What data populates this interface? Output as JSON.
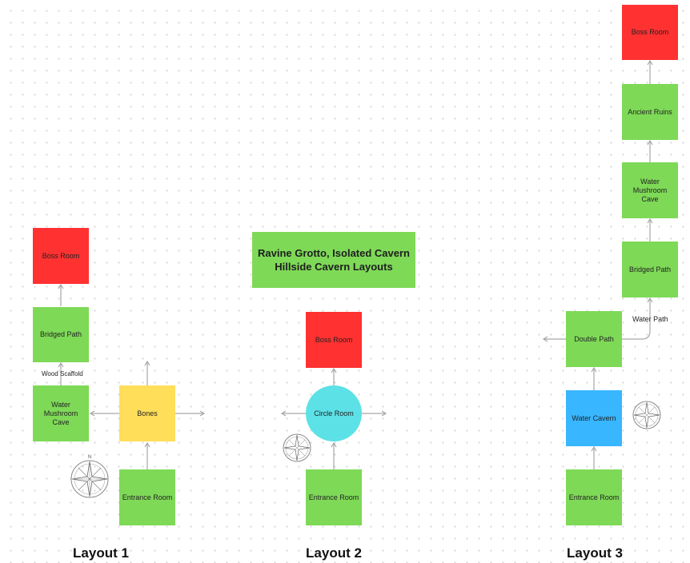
{
  "title": {
    "line1": "Ravine Grotto, Isolated Cavern",
    "line2": "Hillside Cavern Layouts"
  },
  "layout1": {
    "label": "Layout 1",
    "boss_room": "Boss Room",
    "bridged_path": "Bridged Path",
    "wood_scaffold": "Wood Scaffold",
    "water_mushroom_cave": "Water Mushroom Cave",
    "bones": "Bones",
    "entrance_room": "Entrance Room",
    "compass_letter": "N"
  },
  "layout2": {
    "label": "Layout 2",
    "boss_room": "Boss Room",
    "circle_room": "Circle Room",
    "entrance_room": "Entrance Room"
  },
  "layout3": {
    "label": "Layout 3",
    "boss_room": "Boss Room",
    "ancient_ruins": "Ancient Ruins",
    "water_mushroom_cave": "Water Mushroom Cave",
    "bridged_path": "Bridged Path",
    "water_path": "Water Path",
    "double_path": "Double Path",
    "water_cavern": "Water Cavern",
    "entrance_room": "Entrance Room"
  },
  "colors": {
    "room_green": "#7ed957",
    "boss_red": "#ff3131",
    "bones_yellow": "#ffde59",
    "circle_cyan": "#5ce1e6",
    "water_blue": "#38b6ff",
    "connector_gray": "#a6a6a6"
  }
}
